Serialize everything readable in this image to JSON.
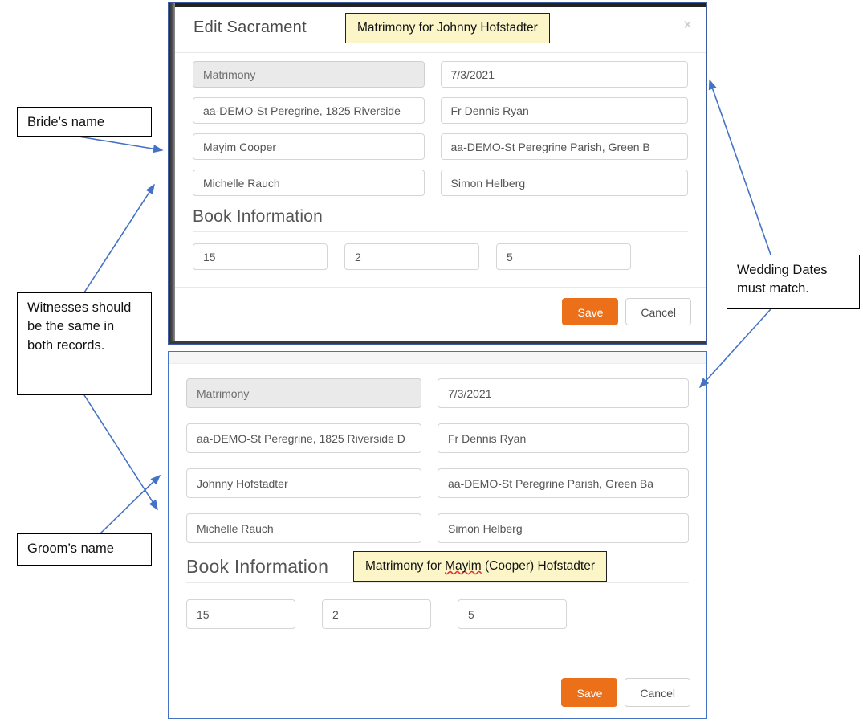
{
  "top_dialog": {
    "title": "Edit Sacrament",
    "close_icon": "×",
    "fields": {
      "sacrament_type": "Matrimony",
      "date": "7/3/2021",
      "location": "aa-DEMO-St Peregrine, 1825 Riverside",
      "minister": "Fr Dennis Ryan",
      "person": "Mayim Cooper",
      "parish": "aa-DEMO-St Peregrine Parish, Green B",
      "witness_one": "Michelle Rauch",
      "witness_two": "Simon Helberg"
    },
    "book_section": {
      "title": "Book Information",
      "book": "15",
      "page": "2",
      "entry": "5"
    },
    "buttons": {
      "save": "Save",
      "cancel": "Cancel"
    }
  },
  "bottom_dialog": {
    "fields": {
      "sacrament_type": "Matrimony",
      "date": "7/3/2021",
      "location": "aa-DEMO-St Peregrine, 1825 Riverside D",
      "minister": "Fr Dennis Ryan",
      "person": "Johnny Hofstadter",
      "parish": "aa-DEMO-St Peregrine Parish, Green Ba",
      "witness_one": "Michelle Rauch",
      "witness_two": "Simon Helberg"
    },
    "book_section": {
      "title": "Book Information",
      "book": "15",
      "page": "2",
      "entry": "5"
    },
    "buttons": {
      "save": "Save",
      "cancel": "Cancel"
    }
  },
  "notes": {
    "top_yellow": "Matrimony for Johnny Hofstadter",
    "bottom_yellow_prefix": "Matrimony for ",
    "bottom_yellow_misspelled": "Mayim",
    "bottom_yellow_suffix": " (Cooper) Hofstadter"
  },
  "callouts": {
    "bride": "Bride’s name",
    "witnesses": "Witnesses should be the same in both records.",
    "groom": "Groom’s name",
    "dates": "Wedding Dates must match."
  },
  "colors": {
    "save_orange": "#eb7019",
    "arrow_blue": "#4472c4",
    "dialog_border_blue": "#4472c4",
    "note_yellow": "#fbf5c8",
    "readonly_gray": "#eaeaea"
  }
}
